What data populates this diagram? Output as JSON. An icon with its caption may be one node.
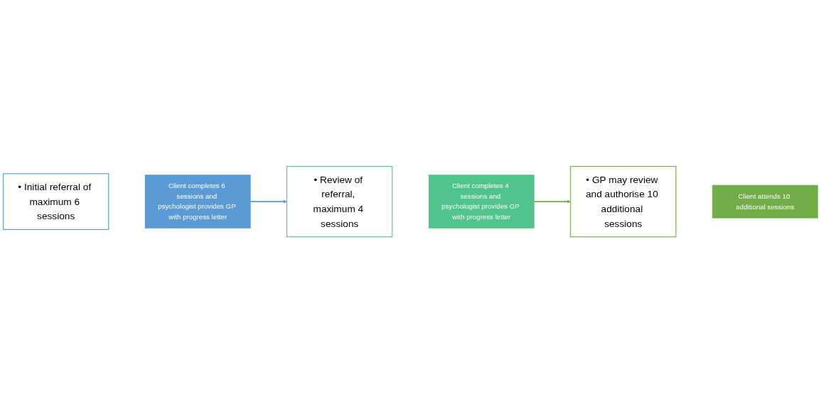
{
  "diagram": {
    "nodes": [
      {
        "text": [
          "• Initial referral of maximum 6 sessions"
        ]
      },
      {
        "text": [
          "Client completes 6 sessions and psychologist provides GP with progress letter"
        ]
      },
      {
        "text": [
          "• Review of referral, maximum 4 sessions"
        ]
      },
      {
        "text": [
          "Client completes 4 sessions and psychologist provides GP with progress letter"
        ]
      },
      {
        "text": [
          "• GP may review and authorise 10 additional sessions"
        ]
      },
      {
        "text": [
          "Client attends 10 additional sessions"
        ]
      }
    ],
    "edges": [
      {
        "from": 1,
        "to": 2,
        "arrow": "to",
        "color": "#5b9bd5"
      },
      {
        "from": 3,
        "to": 4,
        "arrow": "to",
        "color": "#70ad47"
      }
    ]
  }
}
